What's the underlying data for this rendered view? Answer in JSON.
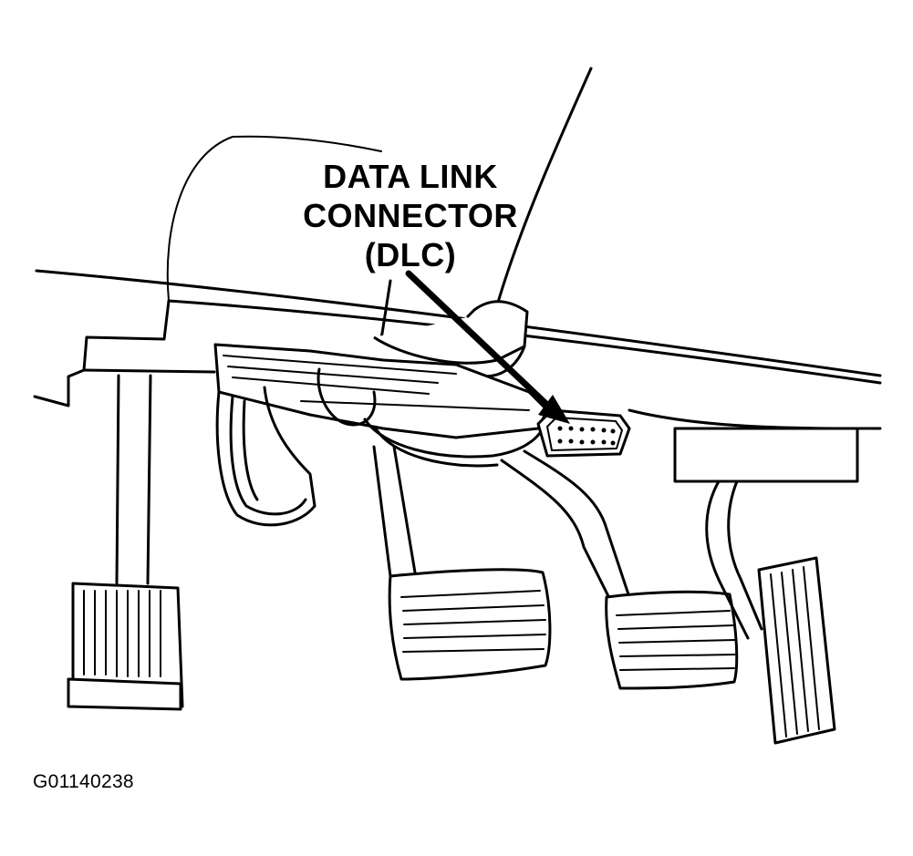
{
  "callout": {
    "line1": "DATA LINK",
    "line2": "CONNECTOR",
    "line3": "(DLC)"
  },
  "figure_id": "G01140238"
}
